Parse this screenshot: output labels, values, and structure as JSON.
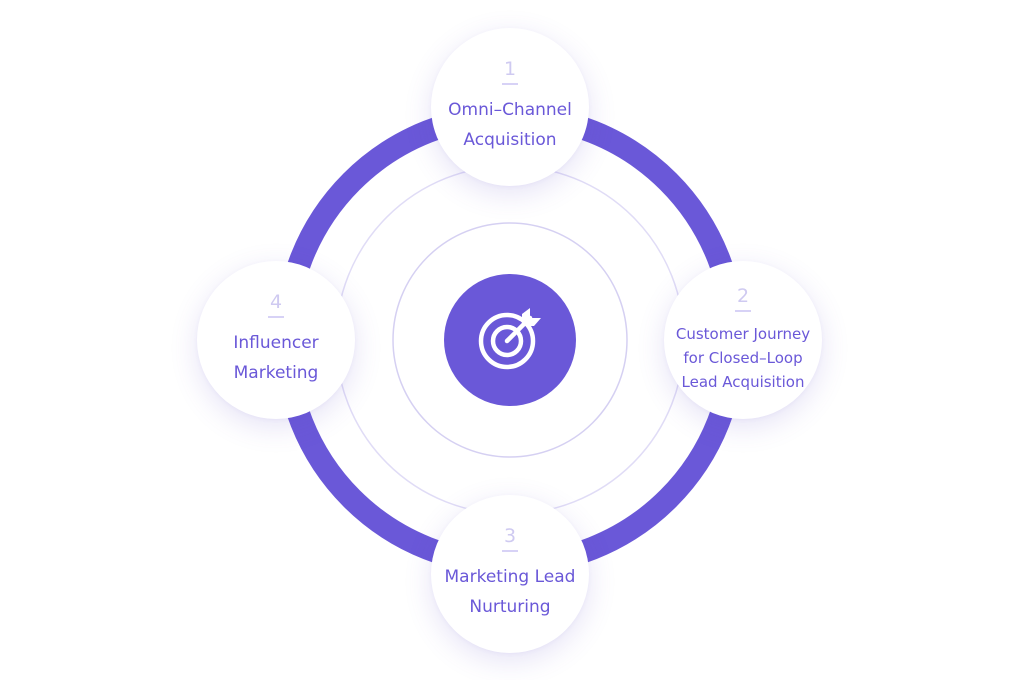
{
  "diagram": {
    "steps": [
      {
        "number": "1",
        "label": "Omni–Channel\nAcquisition"
      },
      {
        "number": "2",
        "label": "Customer Journey\nfor Closed–Loop\nLead Acquisition"
      },
      {
        "number": "3",
        "label": "Marketing Lead\nNurturing"
      },
      {
        "number": "4",
        "label": "Influencer\nMarketing"
      }
    ],
    "center_icon": "target-icon",
    "colors": {
      "primary": "#6a58d8",
      "ring_light": "#e0dcf6",
      "ring_inner": "#d5d0f2",
      "number_muted": "#cfcaf1"
    }
  }
}
